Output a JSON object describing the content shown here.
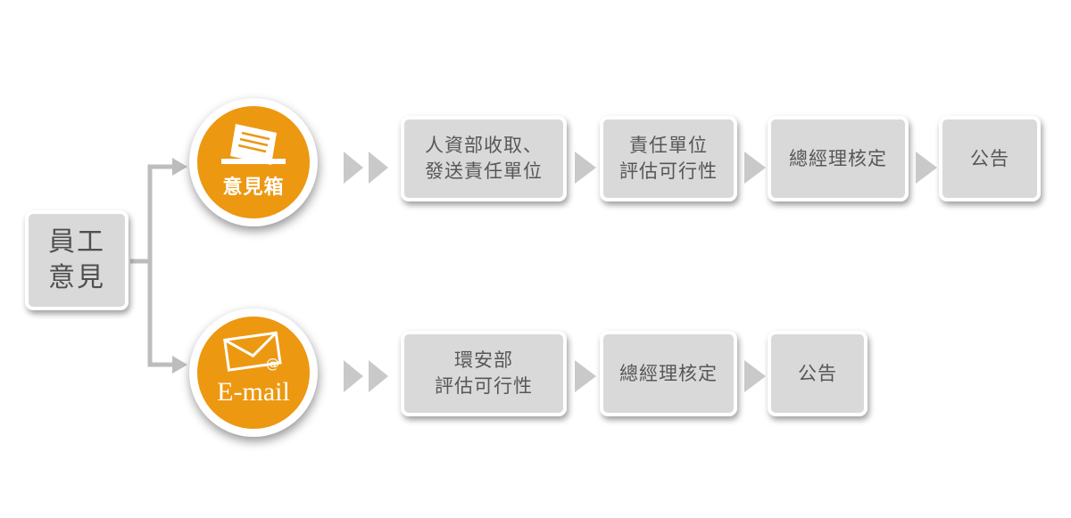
{
  "source": {
    "label": "員工\n意見"
  },
  "channels": [
    {
      "id": "box",
      "label": "意見箱",
      "icon": "paper-stack-icon",
      "steps": [
        {
          "label": "人資部收取、\n發送責任單位"
        },
        {
          "label": "責任單位\n評估可行性"
        },
        {
          "label": "總經理核定"
        },
        {
          "label": "公告"
        }
      ]
    },
    {
      "id": "email",
      "label": "E-mail",
      "icon": "envelope-at-icon",
      "steps": [
        {
          "label": "環安部\n評估可行性"
        },
        {
          "label": "總經理核定"
        },
        {
          "label": "公告"
        }
      ]
    }
  ],
  "colors": {
    "accent": "#ed9811",
    "box_fill": "#d9d9d9",
    "text": "#575757",
    "arrow": "#c9c9c9",
    "connector": "#bdbdbd"
  }
}
